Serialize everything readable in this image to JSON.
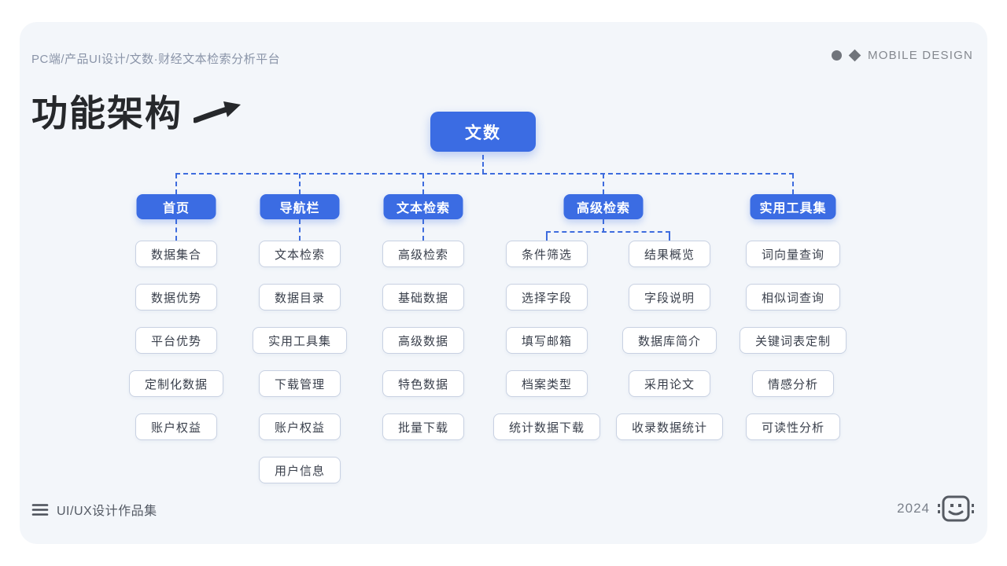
{
  "page": {
    "breadcrumb": "PC端/产品UI设计/文数·财经文本检索分析平台",
    "brand_text": "MOBILE DESIGN",
    "title": "功能架构",
    "footer_left_label": "UI/UX设计作品集",
    "footer_year": "2024"
  },
  "colors": {
    "accent_blue": "#3B6CE3",
    "dash_blue": "#3E6CDE",
    "card_background": "#F3F6FA",
    "leaf_border": "#C8D1E2",
    "title_color": "#26282B",
    "muted_gray": "#84888F"
  },
  "icons": {
    "brand_circle": "circle-icon",
    "brand_diamond": "diamond-icon",
    "title_arrow": "arrow-right-icon",
    "menu": "hamburger-menu-icon",
    "robot": "pixel-robot-face-icon"
  },
  "tree": {
    "root": "文数",
    "branches": [
      {
        "label": "首页",
        "children": [
          "数据集合",
          "数据优势",
          "平台优势",
          "定制化数据",
          "账户权益"
        ]
      },
      {
        "label": "导航栏",
        "children": [
          "文本检索",
          "数据目录",
          "实用工具集",
          "下载管理",
          "账户权益",
          "用户信息"
        ]
      },
      {
        "label": "文本检索",
        "children": [
          "高级检索",
          "基础数据",
          "高级数据",
          "特色数据",
          "批量下载"
        ]
      },
      {
        "label": "高级检索",
        "subcolumns": [
          [
            "条件筛选",
            "选择字段",
            "填写邮箱",
            "档案类型",
            "统计数据下载"
          ],
          [
            "结果概览",
            "字段说明",
            "数据库简介",
            "采用论文",
            "收录数据统计"
          ]
        ]
      },
      {
        "label": "实用工具集",
        "children": [
          "词向量查询",
          "相似词查询",
          "关键词表定制",
          "情感分析",
          "可读性分析"
        ]
      }
    ]
  }
}
